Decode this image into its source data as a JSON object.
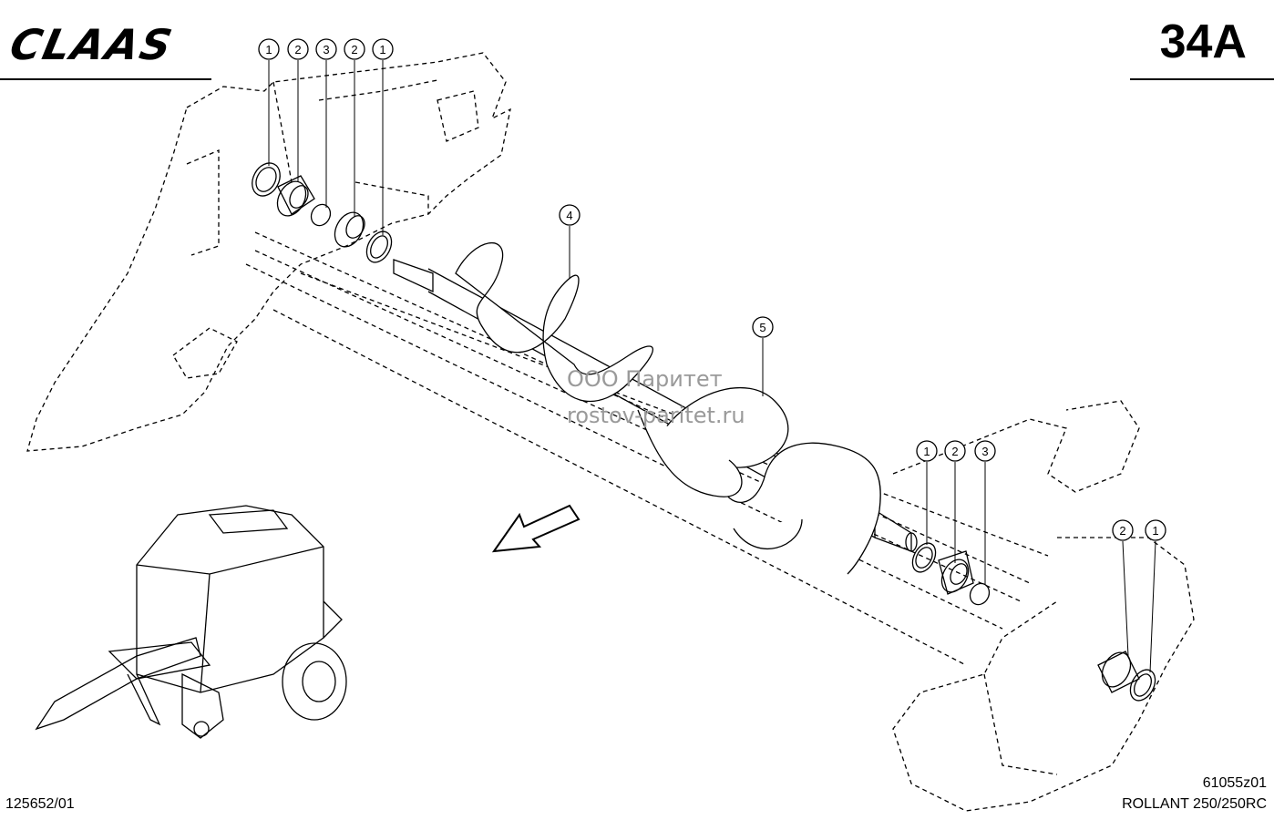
{
  "header": {
    "brand": "CLAAS",
    "page_code": "34A"
  },
  "callouts": [
    "1",
    "2",
    "3",
    "2",
    "1",
    "4",
    "5",
    "1",
    "2",
    "3",
    "2",
    "1"
  ],
  "watermark": {
    "line1": "ООО Паритет",
    "line2": "rostov-paritet.ru"
  },
  "footer": {
    "doc_number": "125652/01",
    "drawing_number": "61055z01",
    "model": "ROLLANT 250/250RC"
  }
}
